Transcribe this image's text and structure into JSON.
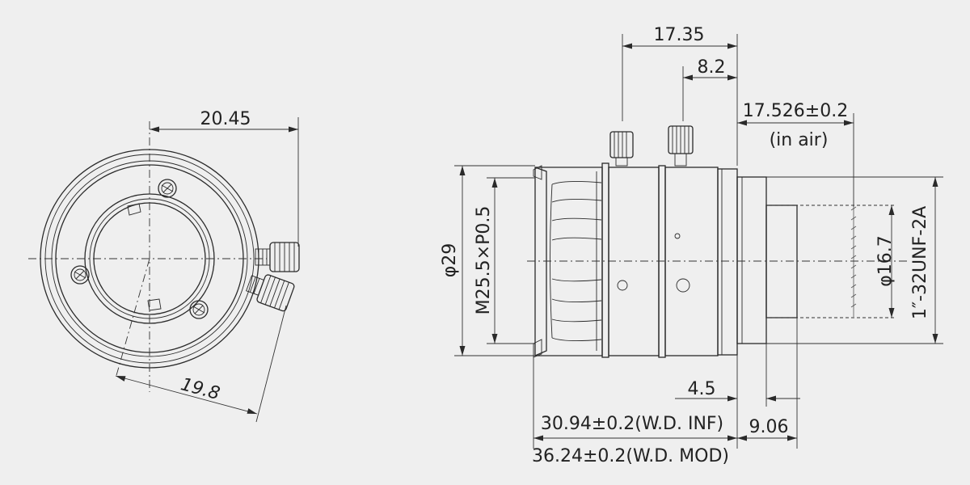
{
  "front_view": {
    "outer_width": "20.45",
    "radius": "19.8"
  },
  "side_view": {
    "length_total": "17.35",
    "length_screw": "8.2",
    "flange_back": "17.526±0.2",
    "flange_back_note": "(in air)",
    "outer_diameter": "φ29",
    "filter_thread": "M25.5×P0.5",
    "inner_diameter": "φ16.7",
    "mount_thread": "1″-32UNF-2A",
    "mount_step": "4.5",
    "mount_length": "9.06",
    "wd_inf": "30.94±0.2(W.D. INF)",
    "wd_mod": "36.24±0.2(W.D. MOD)"
  }
}
